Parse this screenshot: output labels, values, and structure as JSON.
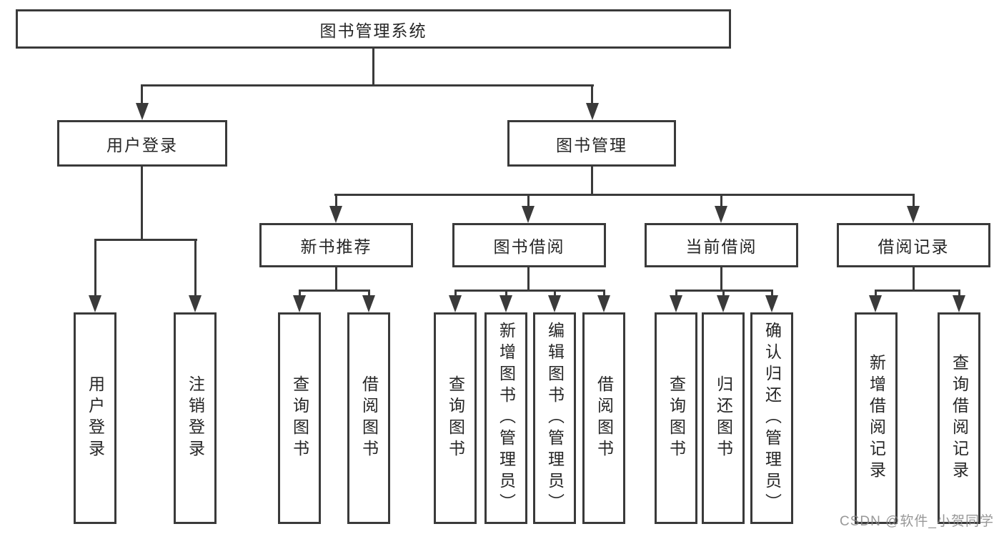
{
  "tree": {
    "root": {
      "label": "图书管理系统"
    },
    "level2": [
      {
        "label": "用户登录"
      },
      {
        "label": "图书管理"
      }
    ],
    "level3": [
      {
        "label": "新书推荐"
      },
      {
        "label": "图书借阅"
      },
      {
        "label": "当前借阅"
      },
      {
        "label": "借阅记录"
      }
    ],
    "leaves": {
      "user_login": [
        "用户登录",
        "注销登录"
      ],
      "new_book": [
        "查询图书",
        "借阅图书"
      ],
      "book_borrow": [
        "查询图书",
        "新增图书（管理员）",
        "编辑图书（管理员）",
        "借阅图书"
      ],
      "current_borrow": [
        "查询图书",
        "归还图书",
        "确认归还（管理员）"
      ],
      "borrow_record": [
        "新增借阅记录",
        "查询借阅记录"
      ]
    }
  },
  "watermark": {
    "text": "CSDN @软件_小贺同学"
  },
  "colors": {
    "line": "#3a3a3a",
    "box_border": "#3a3a3a",
    "text": "#262626",
    "background": "#ffffff",
    "watermark": "#868686"
  }
}
